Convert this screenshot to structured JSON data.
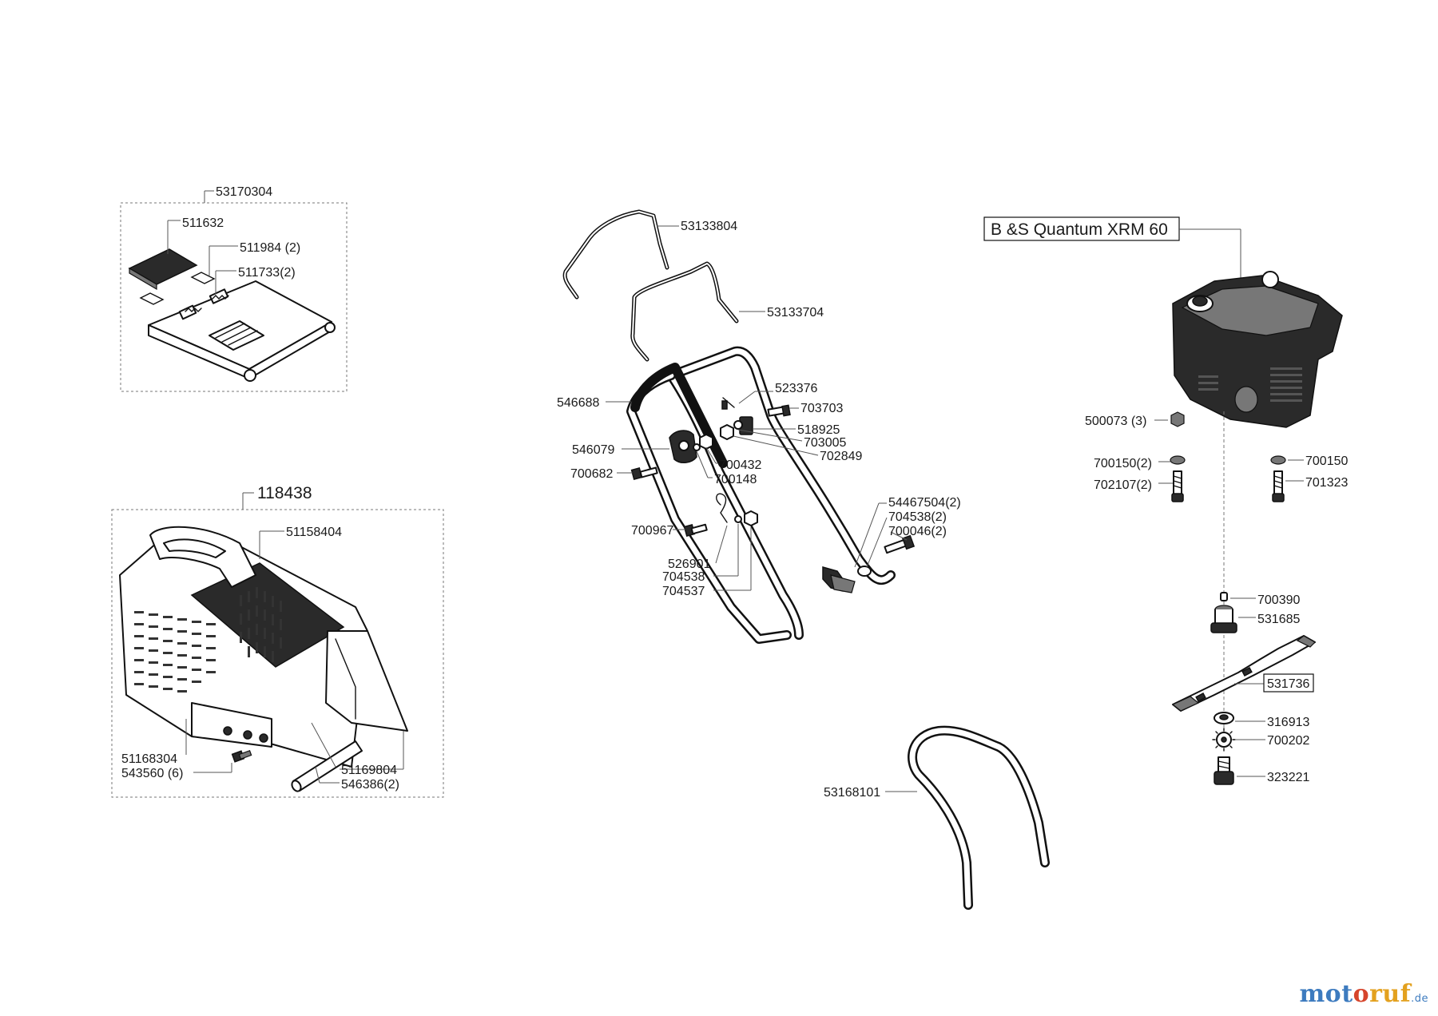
{
  "engine_title": "B &S Quantum  XRM 60",
  "part_numbers": {
    "p53170304": "53170304",
    "p511632": "511632",
    "p511984": "511984 (2)",
    "p511733": "511733(2)",
    "p118438": "118438",
    "p51158404": "51158404",
    "p51168304": "51168304",
    "p543560": "543560 (6)",
    "p51169804": "51169804",
    "p546386": "546386(2)",
    "p53133804": "53133804",
    "p53133704": "53133704",
    "p523376": "523376",
    "p546688": "546688",
    "p703703": "703703",
    "p518925": "518925",
    "p703005": "703005",
    "p702849": "702849",
    "p546079": "546079",
    "p700432": "700432",
    "p700682": "700682",
    "p700148": "700148",
    "p54467504": "54467504(2)",
    "p704538_2": "704538(2)",
    "p700046": "700046(2)",
    "p700967": "700967",
    "p526901": "526901",
    "p704538": "704538",
    "p704537": "704537",
    "p53168101": "53168101",
    "p500073": "500073 (3)",
    "p700150_2": "700150(2)",
    "p702107": "702107(2)",
    "p700150": "700150",
    "p701323": "701323",
    "p700390": "700390",
    "p531685": "531685",
    "p531736": "531736",
    "p316913": "316913",
    "p700202": "700202",
    "p323221": "323221"
  },
  "logo": {
    "part1": "mot",
    "part2": "o",
    "part3": "ruf",
    "part4": ".de"
  }
}
